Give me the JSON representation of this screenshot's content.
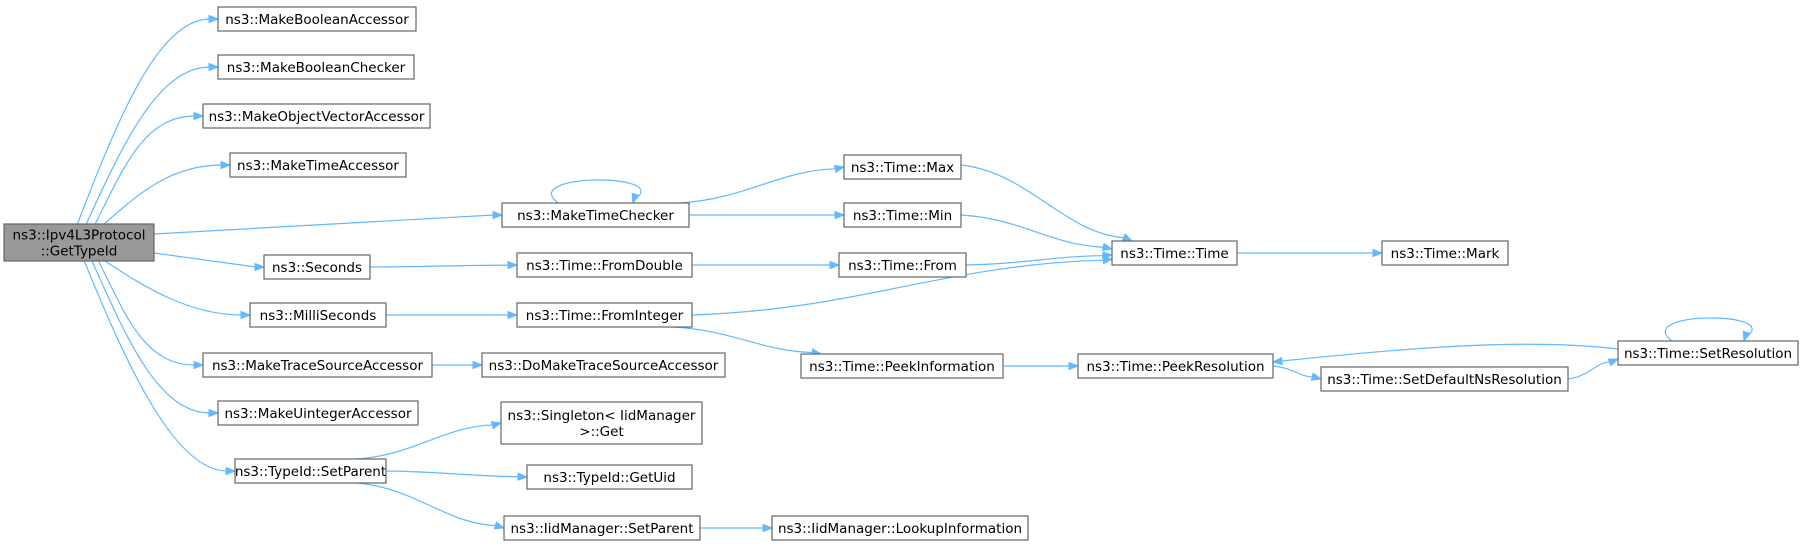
{
  "graph": {
    "edge_color": "#63b8ff",
    "root_fill": "#999999",
    "nodes": [
      {
        "id": "root",
        "lines": [
          "ns3::Ipv4L3Protocol",
          "::GetTypeId"
        ],
        "root": true
      },
      {
        "id": "mba",
        "lines": [
          "ns3::MakeBooleanAccessor"
        ]
      },
      {
        "id": "mbc",
        "lines": [
          "ns3::MakeBooleanChecker"
        ]
      },
      {
        "id": "mova",
        "lines": [
          "ns3::MakeObjectVectorAccessor"
        ]
      },
      {
        "id": "mta",
        "lines": [
          "ns3::MakeTimeAccessor"
        ]
      },
      {
        "id": "mtc",
        "lines": [
          "ns3::MakeTimeChecker"
        ]
      },
      {
        "id": "sec",
        "lines": [
          "ns3::Seconds"
        ]
      },
      {
        "id": "ms",
        "lines": [
          "ns3::MilliSeconds"
        ]
      },
      {
        "id": "mtsa",
        "lines": [
          "ns3::MakeTraceSourceAccessor"
        ]
      },
      {
        "id": "mua",
        "lines": [
          "ns3::MakeUintegerAccessor"
        ]
      },
      {
        "id": "tsp",
        "lines": [
          "ns3::TypeId::SetParent"
        ]
      },
      {
        "id": "tmax",
        "lines": [
          "ns3::Time::Max"
        ]
      },
      {
        "id": "tmin",
        "lines": [
          "ns3::Time::Min"
        ]
      },
      {
        "id": "tfd",
        "lines": [
          "ns3::Time::FromDouble"
        ]
      },
      {
        "id": "tfi",
        "lines": [
          "ns3::Time::FromInteger"
        ]
      },
      {
        "id": "dmtsa",
        "lines": [
          "ns3::DoMakeTraceSourceAccessor"
        ]
      },
      {
        "id": "sget",
        "lines": [
          "ns3::Singleton< IidManager",
          ">::Get"
        ]
      },
      {
        "id": "guid",
        "lines": [
          "ns3::TypeId::GetUid"
        ]
      },
      {
        "id": "imsp",
        "lines": [
          "ns3::IidManager::SetParent"
        ]
      },
      {
        "id": "tfrom",
        "lines": [
          "ns3::Time::From"
        ]
      },
      {
        "id": "tpi",
        "lines": [
          "ns3::Time::PeekInformation"
        ]
      },
      {
        "id": "ttime",
        "lines": [
          "ns3::Time::Time"
        ]
      },
      {
        "id": "tpr",
        "lines": [
          "ns3::Time::PeekResolution"
        ]
      },
      {
        "id": "tmark",
        "lines": [
          "ns3::Time::Mark"
        ]
      },
      {
        "id": "tsdnr",
        "lines": [
          "ns3::Time::SetDefaultNsResolution"
        ]
      },
      {
        "id": "tsr",
        "lines": [
          "ns3::Time::SetResolution"
        ]
      },
      {
        "id": "imli",
        "lines": [
          "ns3::IidManager::LookupInformation"
        ]
      }
    ],
    "edges": [
      [
        "root",
        "mba"
      ],
      [
        "root",
        "mbc"
      ],
      [
        "root",
        "mova"
      ],
      [
        "root",
        "mta"
      ],
      [
        "root",
        "mtc"
      ],
      [
        "root",
        "sec"
      ],
      [
        "root",
        "ms"
      ],
      [
        "root",
        "mtsa"
      ],
      [
        "root",
        "mua"
      ],
      [
        "root",
        "tsp"
      ],
      [
        "mtc",
        "mtc"
      ],
      [
        "mtc",
        "tmax"
      ],
      [
        "mtc",
        "tmin"
      ],
      [
        "sec",
        "tfd"
      ],
      [
        "ms",
        "tfi"
      ],
      [
        "mtsa",
        "dmtsa"
      ],
      [
        "tsp",
        "sget"
      ],
      [
        "tsp",
        "guid"
      ],
      [
        "tsp",
        "imsp"
      ],
      [
        "tmax",
        "ttime"
      ],
      [
        "tmin",
        "ttime"
      ],
      [
        "tfd",
        "tfrom"
      ],
      [
        "tfrom",
        "ttime"
      ],
      [
        "tfi",
        "ttime"
      ],
      [
        "tfi",
        "tpi"
      ],
      [
        "ttime",
        "tmark"
      ],
      [
        "tpi",
        "tpr"
      ],
      [
        "tpr",
        "tsdnr"
      ],
      [
        "tsdnr",
        "tsr"
      ],
      [
        "tsr",
        "tpr"
      ],
      [
        "tsr",
        "tsr"
      ],
      [
        "imsp",
        "imli"
      ]
    ]
  }
}
